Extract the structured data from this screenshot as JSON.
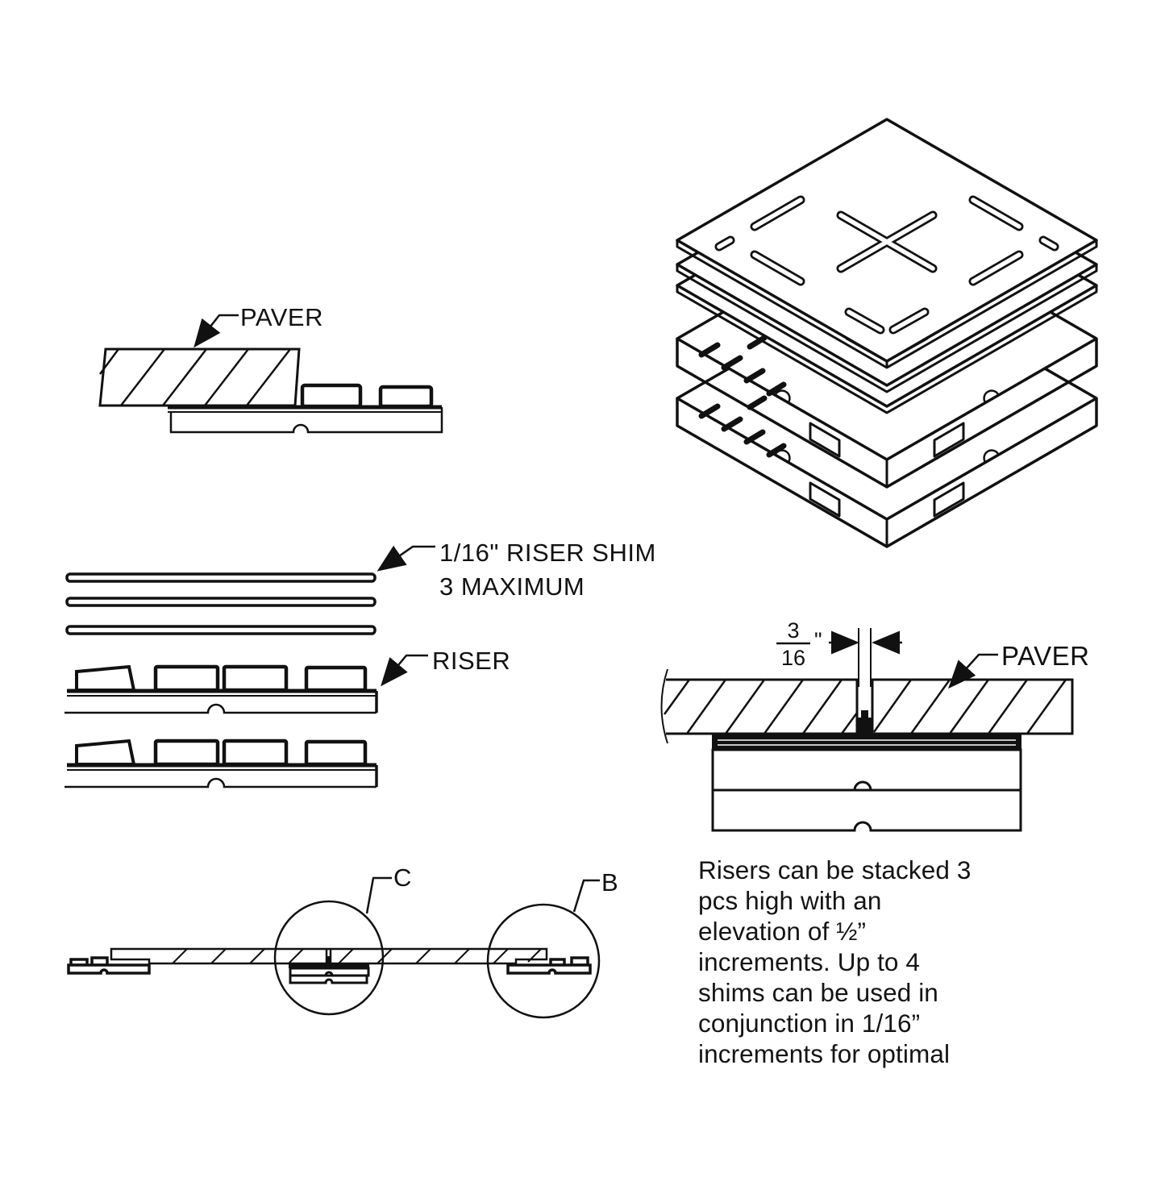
{
  "figure": {
    "paver_section": {
      "label": "PAVER"
    },
    "shim_stack": {
      "shim_callout_line1": "1/16\" RISER SHIM",
      "shim_callout_line2": "3 MAXIMUM",
      "riser_callout": "RISER"
    },
    "gap_section": {
      "label": "PAVER",
      "dimension": {
        "numerator": "3",
        "denominator": "16",
        "unit": "\""
      }
    },
    "assembly_section": {
      "detail_c": "C",
      "detail_b": "B"
    }
  },
  "note": {
    "lines": [
      "Risers can be stacked 3",
      "pcs high with an",
      "elevation of ½”",
      "increments. Up to 4",
      "shims can be used in",
      "conjunction in 1/16”",
      "increments for optimal"
    ]
  },
  "colors": {
    "ink": "#111111",
    "background": "#ffffff"
  }
}
